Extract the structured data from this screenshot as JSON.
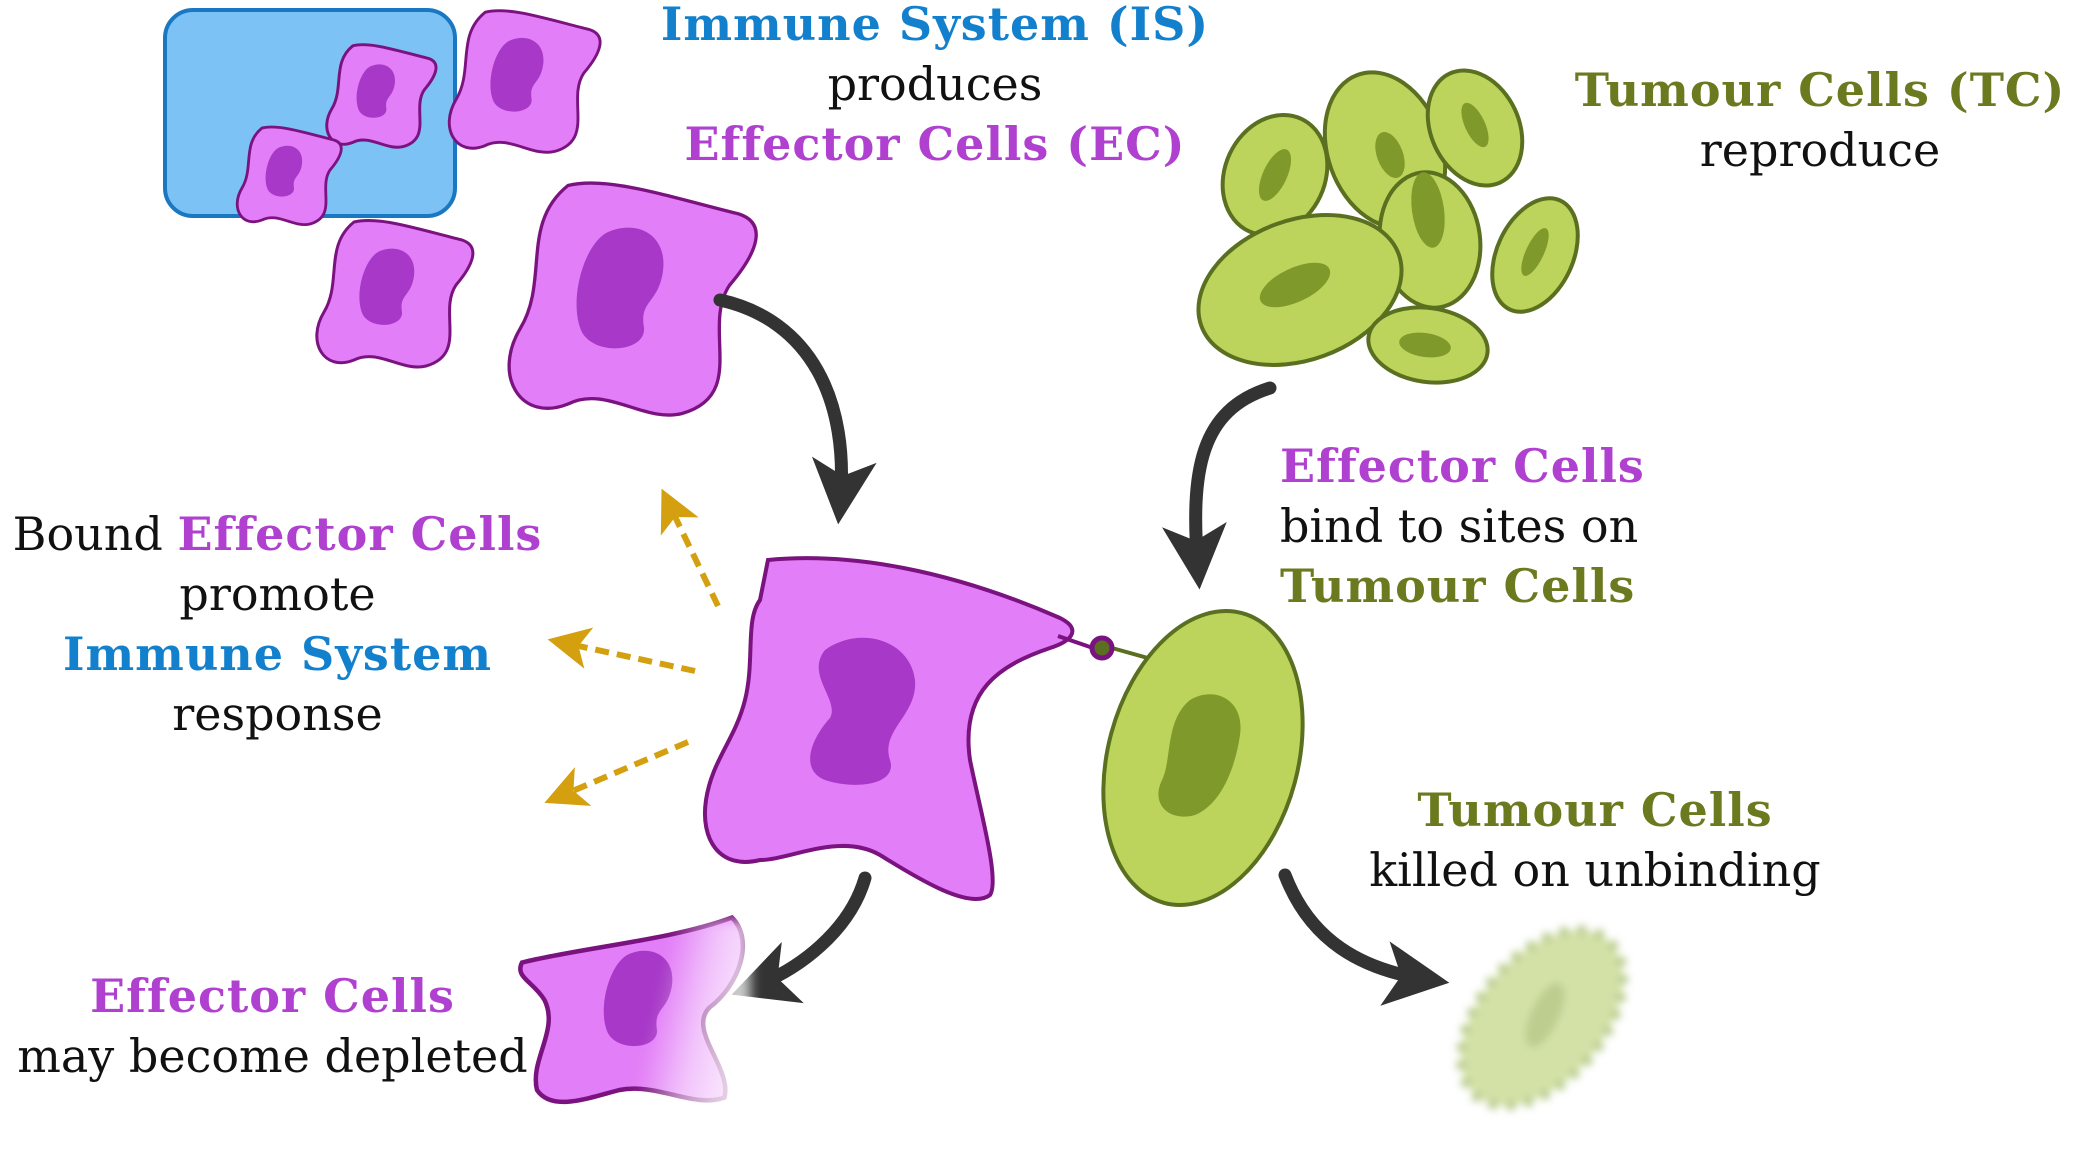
{
  "colors": {
    "effector_fill": "#e27ef7",
    "effector_stroke": "#7a137f",
    "effector_nucleus": "#a838c8",
    "tumour_fill": "#bcd45c",
    "tumour_stroke": "#5a7020",
    "tumour_nucleus": "#7f9a2a",
    "immune_box_fill": "#7cc2f4",
    "immune_box_stroke": "#1a78c2",
    "arrow": "#333333",
    "signal_arrow": "#d4a010",
    "text_effector": "#b040d0",
    "text_immune": "#1280cc",
    "text_tumour": "#6b7a1e"
  },
  "labels": {
    "immune": {
      "title": "Immune System (IS)",
      "verb": "produces",
      "object": "Effector Cells (EC)"
    },
    "tumour": {
      "title": "Tumour Cells (TC)",
      "verb": "reproduce"
    },
    "bind": {
      "subject": "Effector Cells",
      "verb": "bind to sites on",
      "object": "Tumour Cells"
    },
    "bound": {
      "prefix": "Bound",
      "subject": "Effector Cells",
      "verb": "promote",
      "object": "Immune System",
      "suffix": "response"
    },
    "killed": {
      "subject": "Tumour Cells",
      "verb": "killed on unbinding"
    },
    "depleted": {
      "subject": "Effector Cells",
      "verb": "may become depleted"
    }
  }
}
